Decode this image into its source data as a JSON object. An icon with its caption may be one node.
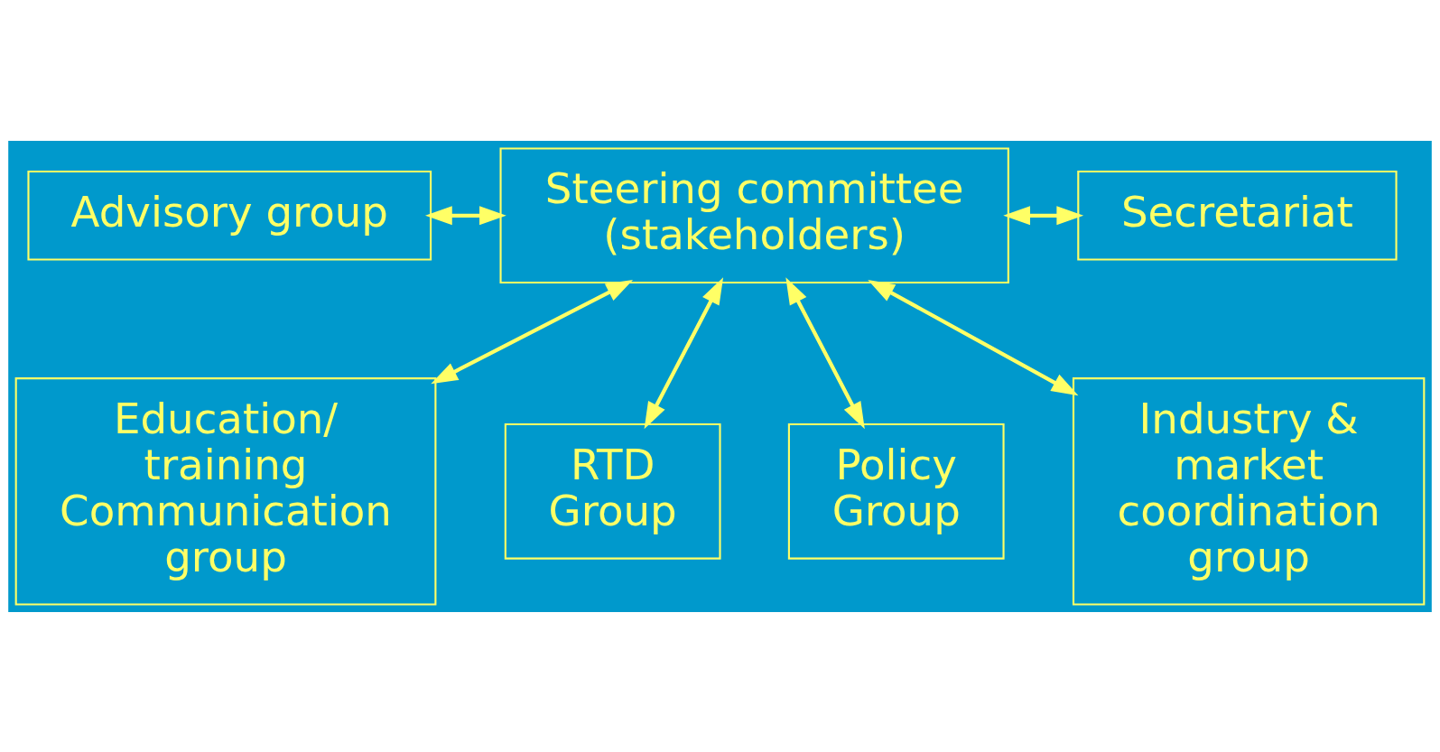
{
  "diagram": {
    "nodes": [
      {
        "text": [
          "Steering committee (stakeholders)"
        ]
      },
      {
        "text": [
          "Advisory group"
        ]
      },
      {
        "text": [
          "Secretariat"
        ]
      },
      {
        "text": [
          "Education/ training Communication group"
        ]
      },
      {
        "text": [
          "RTD Group"
        ]
      },
      {
        "text": [
          "Policy Group"
        ]
      },
      {
        "text": [
          "Industry & market coordination group"
        ]
      }
    ],
    "edges": [
      {
        "from": 1,
        "to": 0,
        "arrow": "both"
      },
      {
        "from": 0,
        "to": 2,
        "arrow": "both"
      },
      {
        "from": 0,
        "to": 3,
        "arrow": "both"
      },
      {
        "from": 0,
        "to": 6,
        "arrow": "both"
      },
      {
        "from": 0,
        "to": 4,
        "arrow": "both"
      },
      {
        "from": 0,
        "to": 5,
        "arrow": "both"
      }
    ]
  }
}
